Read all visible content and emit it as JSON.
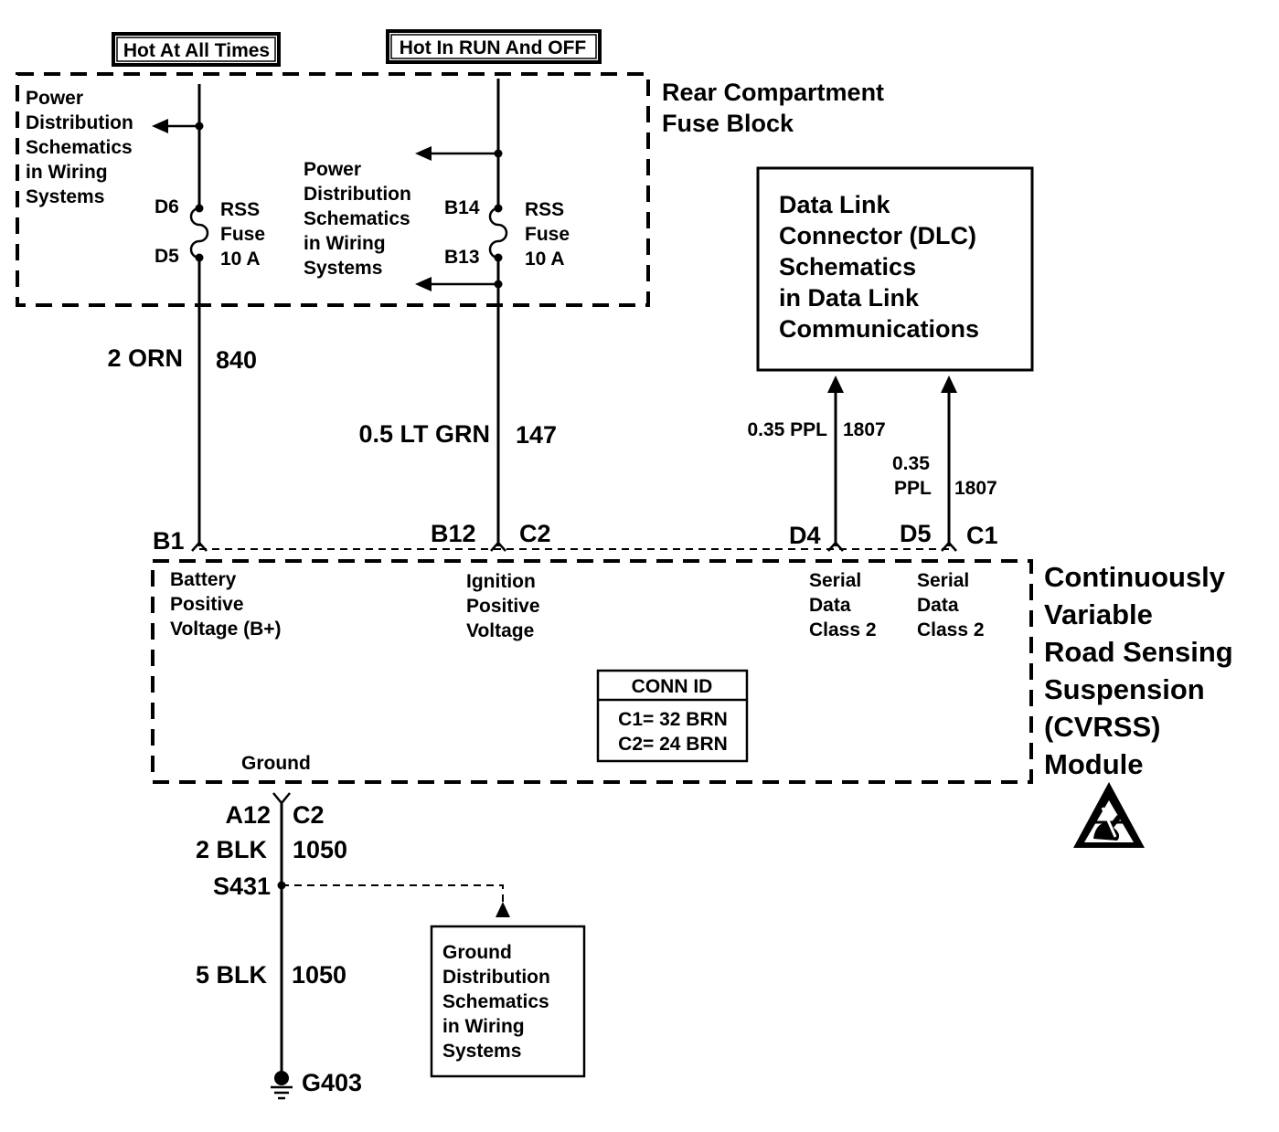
{
  "power_sources": {
    "hot_at_all_times": "Hot At All Times",
    "hot_in_run_and_off": "Hot In RUN And OFF"
  },
  "fuse_block": {
    "title_line1": "Rear Compartment",
    "title_line2": "Fuse Block",
    "power_dist_left": [
      "Power",
      "Distribution",
      "Schematics",
      "in Wiring",
      "Systems"
    ],
    "power_dist_mid": [
      "Power",
      "Distribution",
      "Schematics",
      "in Wiring",
      "Systems"
    ],
    "fuse_left": {
      "pin_top": "D6",
      "pin_bottom": "D5",
      "label": [
        "RSS",
        "Fuse",
        "10 A"
      ]
    },
    "fuse_right": {
      "pin_top": "B14",
      "pin_bottom": "B13",
      "label": [
        "RSS",
        "Fuse",
        "10 A"
      ]
    }
  },
  "wires": {
    "battery": {
      "gauge_color": "2 ORN",
      "circuit": "840"
    },
    "ignition": {
      "gauge_color": "0.5 LT GRN",
      "circuit": "147"
    },
    "serial1": {
      "gauge_color": "0.35 PPL",
      "circuit": "1807"
    },
    "serial2": {
      "gauge_line1": "0.35",
      "gauge_line2": "PPL",
      "circuit": "1807"
    },
    "ground_upper": {
      "gauge_color": "2 BLK",
      "circuit": "1050"
    },
    "ground_lower": {
      "gauge_color": "5 BLK",
      "circuit": "1050"
    }
  },
  "dlc": {
    "lines": [
      "Data Link",
      "Connector (DLC)",
      "Schematics",
      "in Data Link",
      "Communications"
    ]
  },
  "module": {
    "name_lines": [
      "Continuously",
      "Variable",
      "Road Sensing",
      "Suspension",
      "(CVRSS)",
      "Module"
    ],
    "pins": {
      "b1": "B1",
      "b12": "B12",
      "c2_top": "C2",
      "d4": "D4",
      "d5": "D5",
      "c1": "C1",
      "a12": "A12",
      "c2_bottom": "C2"
    },
    "battery_label": [
      "Battery",
      "Positive",
      "Voltage (B+)"
    ],
    "ignition_label": [
      "Ignition",
      "Positive",
      "Voltage"
    ],
    "serial_label_1": [
      "Serial",
      "Data",
      "Class 2"
    ],
    "serial_label_2": [
      "Serial",
      "Data",
      "Class 2"
    ],
    "ground_label": "Ground",
    "conn_id": {
      "title": "CONN ID",
      "line1": "C1= 32 BRN",
      "line2": "C2= 24 BRN"
    }
  },
  "splice": "S431",
  "ground_point": "G403",
  "ground_distribution": [
    "Ground",
    "Distribution",
    "Schematics",
    "in Wiring",
    "Systems"
  ],
  "esd_icon": "esd-sensitive-icon"
}
